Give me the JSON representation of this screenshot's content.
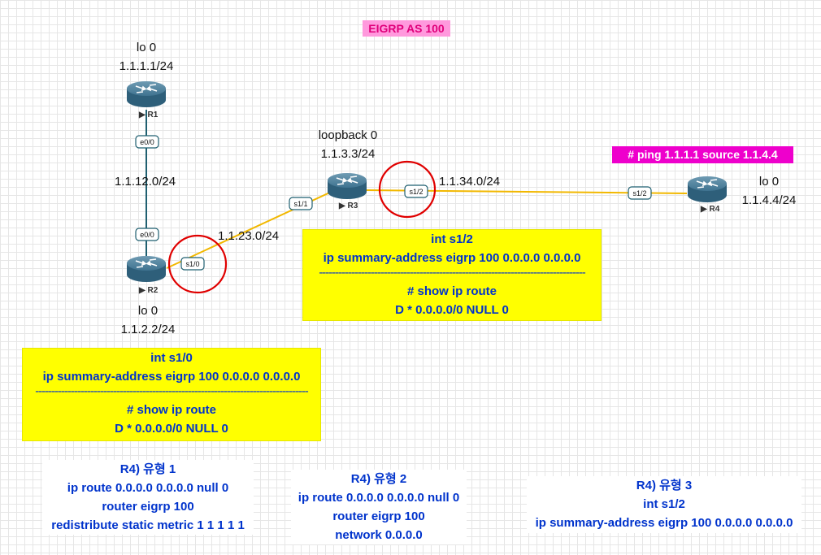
{
  "title": "EIGRP AS 100",
  "ping_command": "# ping 1.1.1.1 source 1.1.4.4",
  "routers": [
    {
      "name": "R1",
      "lo_label": "lo 0",
      "lo_ip": "1.1.1.1/24"
    },
    {
      "name": "R2",
      "lo_label": "lo 0",
      "lo_ip": "1.1.2.2/24"
    },
    {
      "name": "R3",
      "lo_label": "loopback 0",
      "lo_ip": "1.1.3.3/24"
    },
    {
      "name": "R4",
      "lo_label": "lo 0",
      "lo_ip": "1.1.4.4/24"
    }
  ],
  "interfaces": {
    "r1_e00": "e0/0",
    "r2_e00": "e0/0",
    "r2_s10": "s1/0",
    "r3_s11": "s1/1",
    "r3_s12": "s1/2",
    "r4_s12": "s1/2"
  },
  "networks": {
    "r1_r2": "1.1.12.0/24",
    "r2_r3": "1.1.23.0/24",
    "r3_r4": "1.1.34.0/24"
  },
  "r3_config": {
    "line1": "int s1/2",
    "line2": "ip summary-address eigrp 100 0.0.0.0 0.0.0.0",
    "separator": "----------------------------------------------------------------------------------",
    "line3": "# show ip route",
    "line4": "D * 0.0.0.0/0 NULL 0"
  },
  "r2_config": {
    "line1": "int s1/0",
    "line2": "ip summary-address eigrp 100 0.0.0.0 0.0.0.0",
    "separator": "------------------------------------------------------------------------------------",
    "line3": "# show ip route",
    "line4": "D * 0.0.0.0/0 NULL 0"
  },
  "r4_type1": {
    "title": "R4) 유형 1",
    "line1": "ip route 0.0.0.0 0.0.0.0 null 0",
    "line2": "router eigrp 100",
    "line3": "redistribute static metric 1 1 1 1 1"
  },
  "r4_type2": {
    "title": "R4) 유형 2",
    "line1": "ip route 0.0.0.0 0.0.0.0 null 0",
    "line2": "router eigrp 100",
    "line3": "network 0.0.0.0"
  },
  "r4_type3": {
    "title": "R4) 유형 3",
    "line1": "int s1/2",
    "line2": "ip summary-address eigrp 100 0.0.0.0 0.0.0.0"
  },
  "colors": {
    "router_body": "#2e5f7a",
    "ethernet_link": "#1f5f70",
    "serial_link": "#f2b800",
    "highlight_circle": "#e00000",
    "config_text": "#0033cc",
    "config_bg": "#ffff00"
  }
}
